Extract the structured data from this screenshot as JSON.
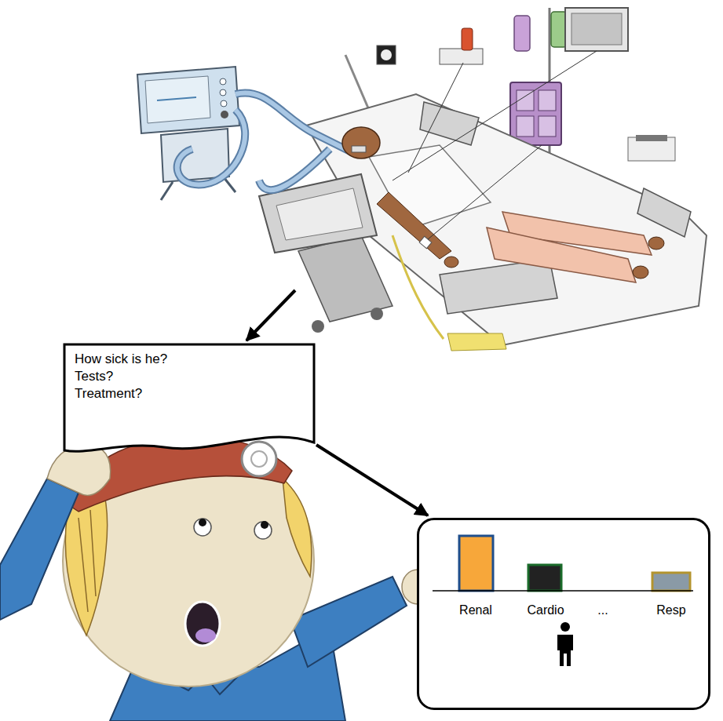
{
  "diagram": {
    "nodes": [
      {
        "text": [
          "How sick is he? Tests? Treatment?"
        ]
      },
      {
        "text": [
          "Renal",
          "Cardio",
          "...",
          "Resp"
        ]
      }
    ],
    "edges": [
      {
        "from": 0,
        "to": 1,
        "arrow": "to"
      }
    ]
  }
}
